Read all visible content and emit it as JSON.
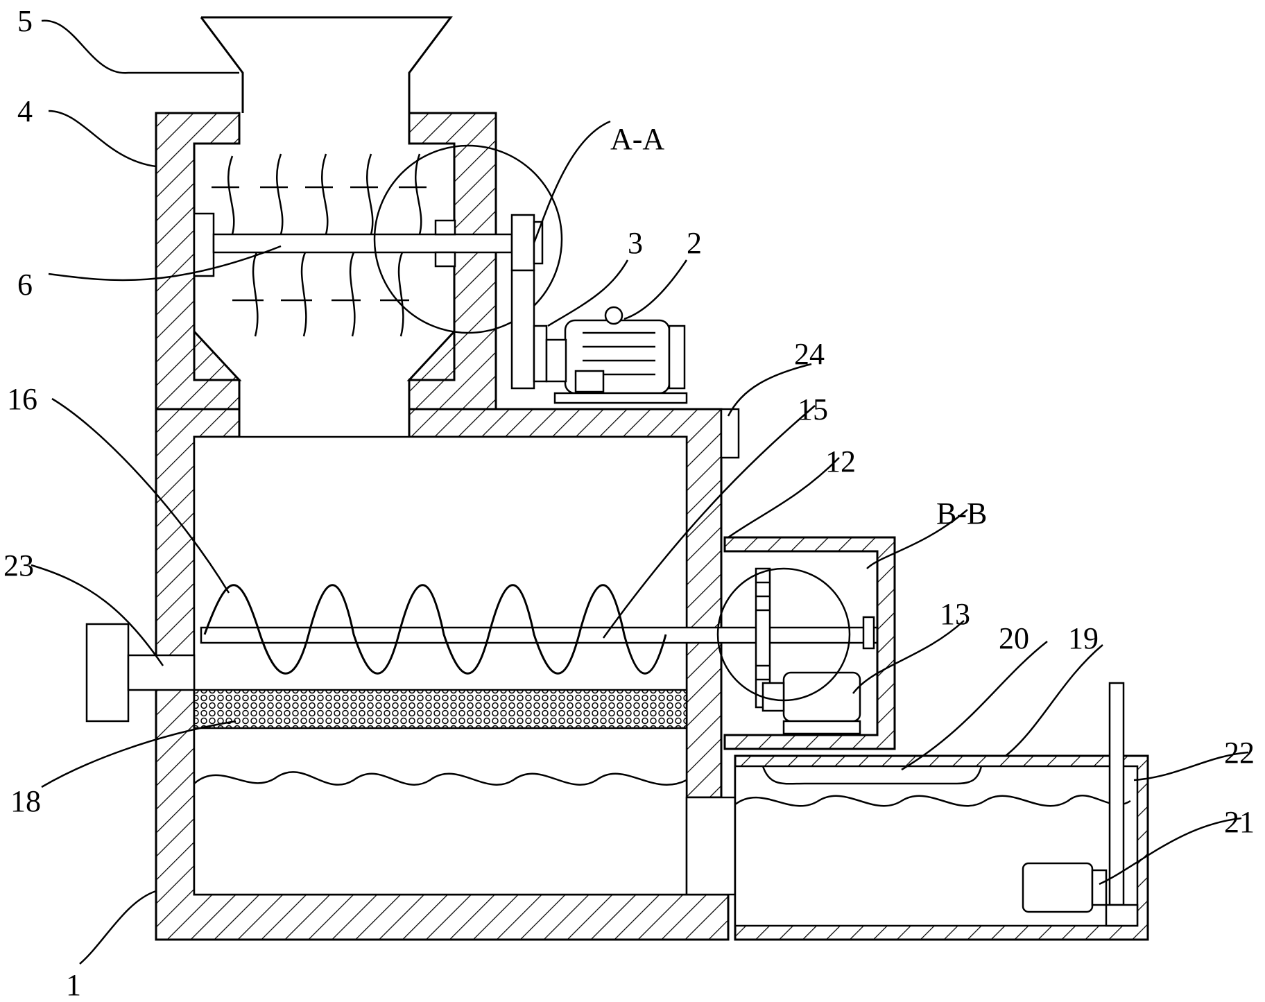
{
  "figure": {
    "labels": {
      "l1": "1",
      "l2": "2",
      "l3": "3",
      "l4": "4",
      "l5": "5",
      "l6": "6",
      "l12": "12",
      "l13": "13",
      "l15": "15",
      "l16": "16",
      "l18": "18",
      "l19": "19",
      "l20": "20",
      "l21": "21",
      "l22": "22",
      "l23": "23",
      "l24": "24",
      "section_a": "A-A",
      "section_b": "B-B"
    }
  }
}
